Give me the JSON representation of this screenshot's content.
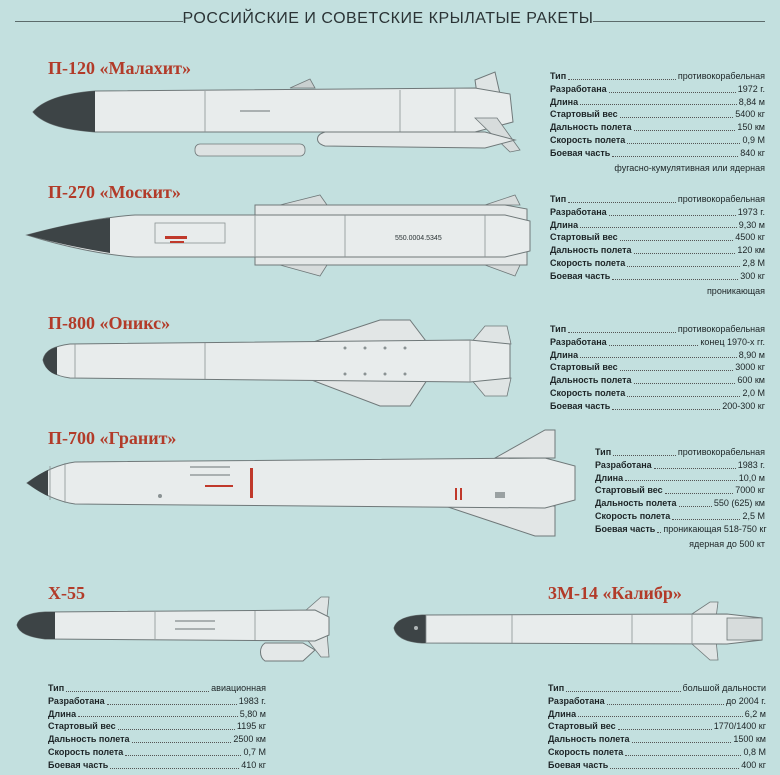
{
  "title": "РОССИЙСКИЕ И СОВЕТСКИЕ КРЫЛАТЫЕ РАКЕТЫ",
  "colors": {
    "background": "#c3e0df",
    "name_red": "#b23b29",
    "body": "#e8ecec",
    "nose": "#3d4446"
  },
  "missiles": [
    {
      "name": "П-120 «Малахит»",
      "specs": [
        {
          "label": "Тип",
          "value": "противокорабельная"
        },
        {
          "label": "Разработана",
          "value": "1972 г."
        },
        {
          "label": "Длина",
          "value": "8,84 м"
        },
        {
          "label": "Стартовый вес",
          "value": "5400 кг"
        },
        {
          "label": "Дальность полета",
          "value": "150 км"
        },
        {
          "label": "Скорость полета",
          "value": "0,9 М"
        },
        {
          "label": "Боевая часть",
          "value": "840 кг"
        }
      ],
      "note": "фугасно-кумулятивная или ядерная"
    },
    {
      "name": "П-270 «Москит»",
      "marking": "550.0004.5345",
      "specs": [
        {
          "label": "Тип",
          "value": "противокорабельная"
        },
        {
          "label": "Разработана",
          "value": "1973 г."
        },
        {
          "label": "Длина",
          "value": "9,30 м"
        },
        {
          "label": "Стартовый вес",
          "value": "4500 кг"
        },
        {
          "label": "Дальность полета",
          "value": "120 км"
        },
        {
          "label": "Скорость полета",
          "value": "2,8 М"
        },
        {
          "label": "Боевая часть",
          "value": "300 кг"
        }
      ],
      "note": "проникающая"
    },
    {
      "name": "П-800 «Оникс»",
      "specs": [
        {
          "label": "Тип",
          "value": "противокорабельная"
        },
        {
          "label": "Разработана",
          "value": "конец 1970-х гг."
        },
        {
          "label": "Длина",
          "value": "8,90 м"
        },
        {
          "label": "Стартовый вес",
          "value": "3000 кг"
        },
        {
          "label": "Дальность полета",
          "value": "600 км"
        },
        {
          "label": "Скорость полета",
          "value": "2,0 М"
        },
        {
          "label": "Боевая часть",
          "value": "200-300 кг"
        }
      ]
    },
    {
      "name": "П-700 «Гранит»",
      "specs": [
        {
          "label": "Тип",
          "value": "противокорабельная"
        },
        {
          "label": "Разработана",
          "value": "1983 г."
        },
        {
          "label": "Длина",
          "value": "10,0 м"
        },
        {
          "label": "Стартовый вес",
          "value": "7000 кг"
        },
        {
          "label": "Дальность полета",
          "value": "550 (625) км"
        },
        {
          "label": "Скорость полета",
          "value": "2,5 М"
        },
        {
          "label": "Боевая часть",
          "value": "проникающая 518-750 кг"
        }
      ],
      "note": "ядерная до 500 кт"
    },
    {
      "name": "Х-55",
      "specs": [
        {
          "label": "Тип",
          "value": "авиационная"
        },
        {
          "label": "Разработана",
          "value": "1983 г."
        },
        {
          "label": "Длина",
          "value": "5,80 м"
        },
        {
          "label": "Стартовый вес",
          "value": "1195 кг"
        },
        {
          "label": "Дальность полета",
          "value": "2500 км"
        },
        {
          "label": "Скорость полета",
          "value": "0,7 М"
        },
        {
          "label": "Боевая часть",
          "value": "410 кг"
        }
      ]
    },
    {
      "name": "3М-14 «Калибр»",
      "specs": [
        {
          "label": "Тип",
          "value": "большой дальности"
        },
        {
          "label": "Разработана",
          "value": "до 2004 г."
        },
        {
          "label": "Длина",
          "value": "6,2 м"
        },
        {
          "label": "Стартовый вес",
          "value": "1770/1400 кг"
        },
        {
          "label": "Дальность полета",
          "value": "1500 км"
        },
        {
          "label": "Скорость полета",
          "value": "0,8 М"
        },
        {
          "label": "Боевая часть",
          "value": "400 кг"
        }
      ]
    }
  ]
}
